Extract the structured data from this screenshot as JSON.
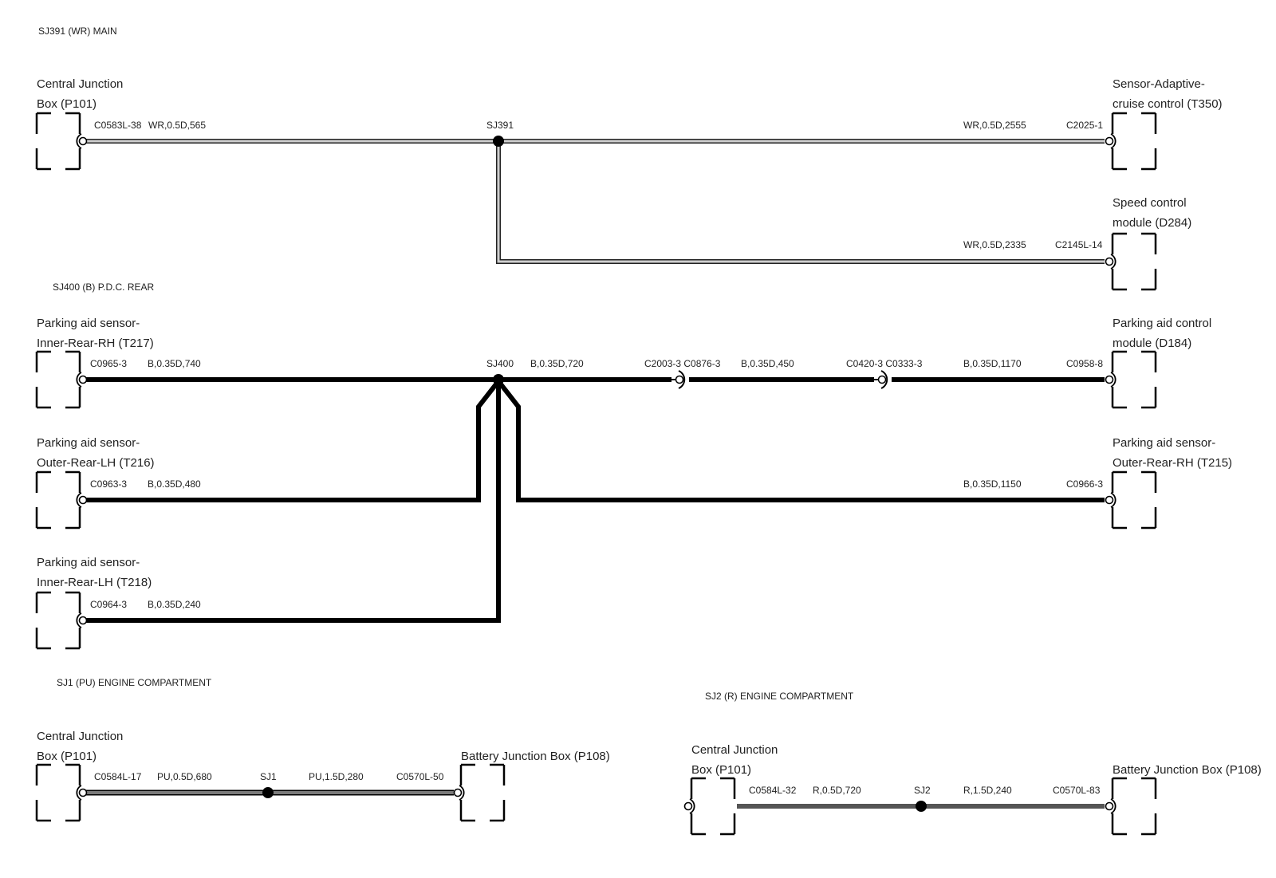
{
  "colors": {
    "wr": "#b8b8b8",
    "b": "#111111",
    "pu": "#7a7a7a",
    "r": "#555555"
  },
  "sections": {
    "sj391": "SJ391 (WR) MAIN",
    "sj400": "SJ400 (B) P.D.C. REAR",
    "sj1": "SJ1 (PU) ENGINE COMPARTMENT",
    "sj2": "SJ2 (R) ENGINE COMPARTMENT"
  },
  "components": {
    "cjb1": [
      "Central Junction",
      "Box (P101)"
    ],
    "t350": [
      "Sensor-Adaptive-",
      "cruise control (T350)"
    ],
    "d284": [
      "Speed control",
      "module (D284)"
    ],
    "t217": [
      "Parking aid sensor-",
      "Inner-Rear-RH (T217)"
    ],
    "d184": [
      "Parking aid control",
      "module (D184)"
    ],
    "t216": [
      "Parking aid sensor-",
      "Outer-Rear-LH (T216)"
    ],
    "t215": [
      "Parking aid sensor-",
      "Outer-Rear-RH (T215)"
    ],
    "t218": [
      "Parking aid sensor-",
      "Inner-Rear-LH (T218)"
    ],
    "cjb2": [
      "Central Junction",
      "Box (P101)"
    ],
    "bjb2": [
      "Battery Junction Box (P108)"
    ],
    "cjb3": [
      "Central Junction",
      "Box (P101)"
    ],
    "bjb3": [
      "Battery Junction Box (P108)"
    ]
  },
  "labels": {
    "c0583": "C0583L-38",
    "w1": "WR,0.5D,565",
    "sj391": "SJ391",
    "w2": "WR,0.5D,2555",
    "c2025": "C2025-1",
    "w3": "WR,0.5D,2335",
    "c2145": "C2145L-14",
    "c0965": "C0965-3",
    "w4": "B,0.35D,740",
    "sj400": "SJ400",
    "w5": "B,0.35D,720",
    "c2003": "C2003-3 C0876-3",
    "w6": "B,0.35D,450",
    "c0420": "C0420-3 C0333-3",
    "w7": "B,0.35D,1170",
    "c0958": "C0958-8",
    "c0963": "C0963-3",
    "w8": "B,0.35D,480",
    "w9": "B,0.35D,1150",
    "c0966": "C0966-3",
    "c0964": "C0964-3",
    "w10": "B,0.35D,240",
    "c0584a": "C0584L-17",
    "w11": "PU,0.5D,680",
    "sj1": "SJ1",
    "w12": "PU,1.5D,280",
    "c0570a": "C0570L-50",
    "c0584b": "C0584L-32",
    "w13": "R,0.5D,720",
    "sj2": "SJ2",
    "w14": "R,1.5D,240",
    "c0570b": "C0570L-83"
  }
}
